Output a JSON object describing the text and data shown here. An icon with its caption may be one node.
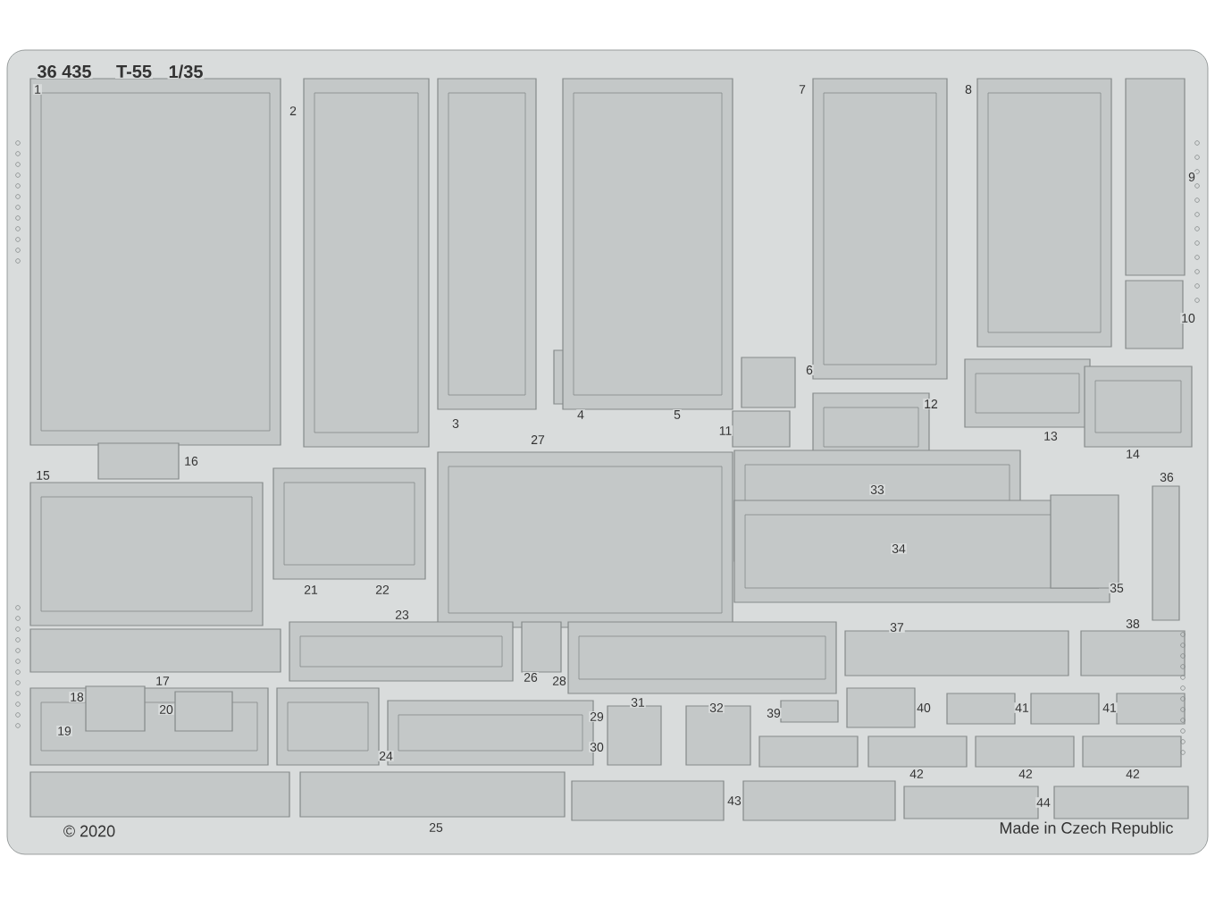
{
  "diagram": {
    "labels": [
      "36 435",
      "T-55",
      "1/35",
      "1",
      "2",
      "3",
      "4",
      "5",
      "6",
      "7",
      "8",
      "9",
      "10",
      "11",
      "12",
      "13",
      "14",
      "15",
      "16",
      "17",
      "18",
      "19",
      "20",
      "21",
      "22",
      "23",
      "24",
      "25",
      "26",
      "27",
      "28",
      "29",
      "30",
      "31",
      "32",
      "33",
      "34",
      "35",
      "36",
      "37",
      "38",
      "39",
      "40",
      "41",
      "41",
      "42",
      "42",
      "42",
      "43",
      "44",
      "© 2020",
      "Made in Czech Republic"
    ]
  }
}
